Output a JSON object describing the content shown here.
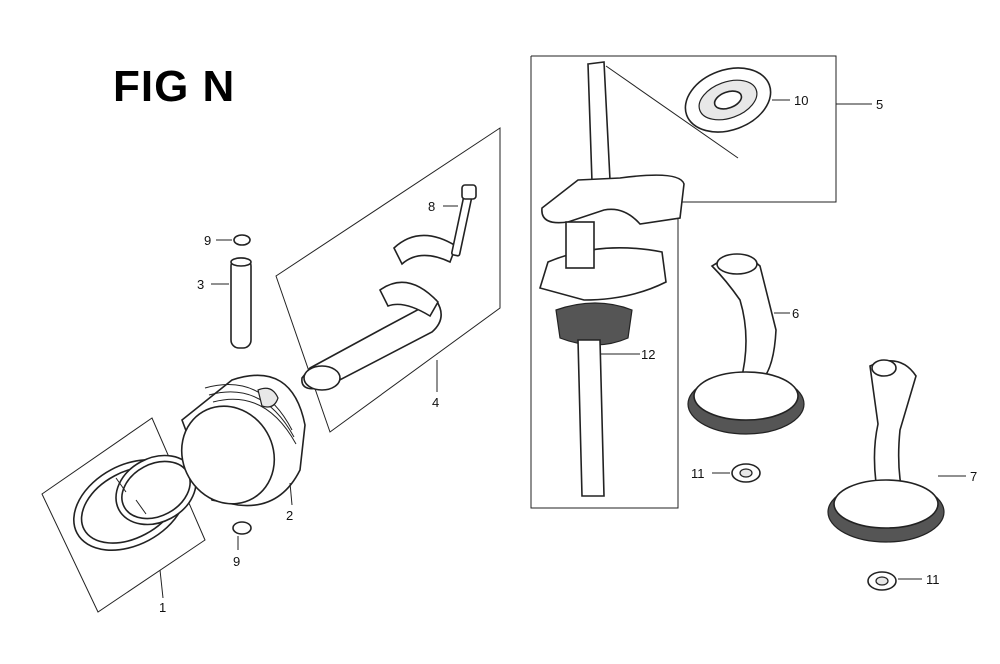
{
  "figure": {
    "title": "FIG N"
  },
  "callouts": {
    "piston_rings": "1",
    "piston": "2",
    "piston_pin": "3",
    "connecting_rod": "4",
    "crankshaft_assy": "5",
    "balancer_6": "6",
    "balancer_7": "7",
    "rod_bolt": "8",
    "pin_clip_top": "9",
    "pin_clip_bottom": "9",
    "bearing": "10",
    "oil_seal_6": "11",
    "oil_seal_7": "11",
    "crankshaft": "12"
  }
}
